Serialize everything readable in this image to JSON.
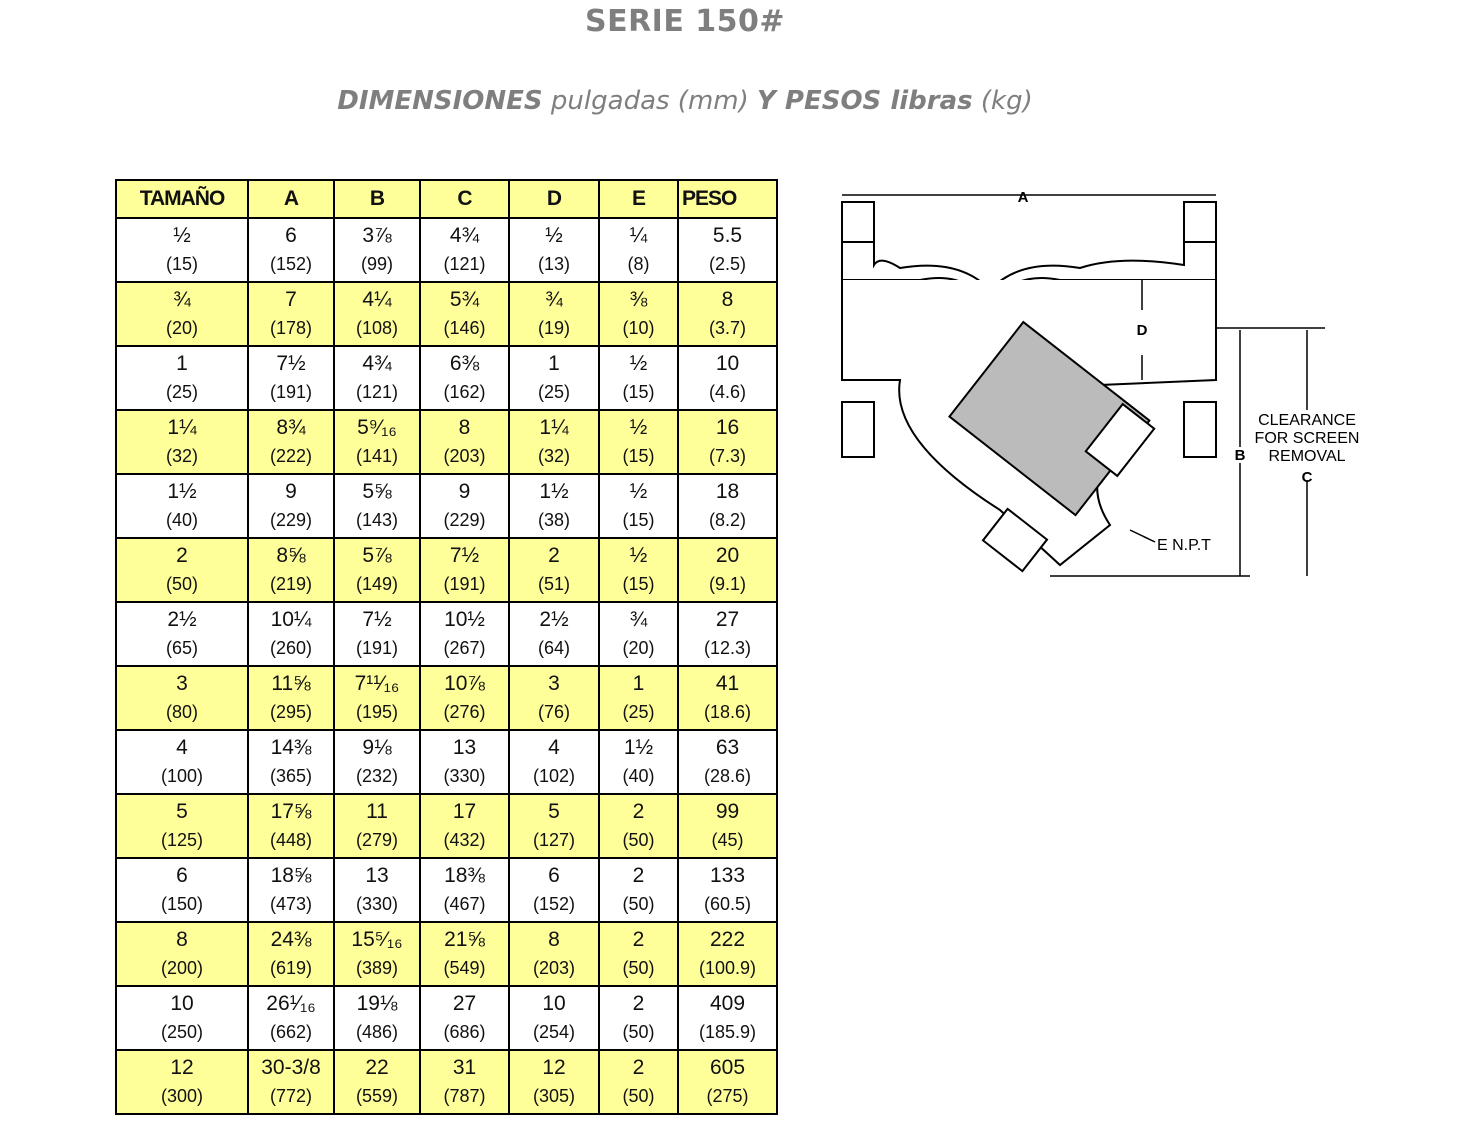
{
  "title": "SERIE 150#",
  "subtitle": {
    "part1": "DIMENSIONES",
    "part2": " pulgadas (mm) ",
    "part3": "Y PESOS libras",
    "part4": " (kg)"
  },
  "table": {
    "headers": [
      "TAMAÑO",
      "A",
      "B",
      "C",
      "D",
      "E",
      "PESO"
    ],
    "rows": [
      [
        [
          "½",
          "(15)"
        ],
        [
          "6",
          "(152)"
        ],
        [
          "3⅞",
          "(99)"
        ],
        [
          "4¾",
          "(121)"
        ],
        [
          "½",
          "(13)"
        ],
        [
          "¼",
          "(8)"
        ],
        [
          "5.5",
          "(2.5)"
        ]
      ],
      [
        [
          "¾",
          "(20)"
        ],
        [
          "7",
          "(178)"
        ],
        [
          "4¼",
          "(108)"
        ],
        [
          "5¾",
          "(146)"
        ],
        [
          "¾",
          "(19)"
        ],
        [
          "⅜",
          "(10)"
        ],
        [
          "8",
          "(3.7)"
        ]
      ],
      [
        [
          "1",
          "(25)"
        ],
        [
          "7½",
          "(191)"
        ],
        [
          "4¾",
          "(121)"
        ],
        [
          "6⅜",
          "(162)"
        ],
        [
          "1",
          "(25)"
        ],
        [
          "½",
          "(15)"
        ],
        [
          "10",
          "(4.6)"
        ]
      ],
      [
        [
          "1¼",
          "(32)"
        ],
        [
          "8¾",
          "(222)"
        ],
        [
          "5⁹⁄₁₆",
          "(141)"
        ],
        [
          "8",
          "(203)"
        ],
        [
          "1¼",
          "(32)"
        ],
        [
          "½",
          "(15)"
        ],
        [
          "16",
          "(7.3)"
        ]
      ],
      [
        [
          "1½",
          "(40)"
        ],
        [
          "9",
          "(229)"
        ],
        [
          "5⅝",
          "(143)"
        ],
        [
          "9",
          "(229)"
        ],
        [
          "1½",
          "(38)"
        ],
        [
          "½",
          "(15)"
        ],
        [
          "18",
          "(8.2)"
        ]
      ],
      [
        [
          "2",
          "(50)"
        ],
        [
          "8⅝",
          "(219)"
        ],
        [
          "5⅞",
          "(149)"
        ],
        [
          "7½",
          "(191)"
        ],
        [
          "2",
          "(51)"
        ],
        [
          "½",
          "(15)"
        ],
        [
          "20",
          "(9.1)"
        ]
      ],
      [
        [
          "2½",
          "(65)"
        ],
        [
          "10¼",
          "(260)"
        ],
        [
          "7½",
          "(191)"
        ],
        [
          "10½",
          "(267)"
        ],
        [
          "2½",
          "(64)"
        ],
        [
          "¾",
          "(20)"
        ],
        [
          "27",
          "(12.3)"
        ]
      ],
      [
        [
          "3",
          "(80)"
        ],
        [
          "11⅝",
          "(295)"
        ],
        [
          "7¹¹⁄₁₆",
          "(195)"
        ],
        [
          "10⅞",
          "(276)"
        ],
        [
          "3",
          "(76)"
        ],
        [
          "1",
          "(25)"
        ],
        [
          "41",
          "(18.6)"
        ]
      ],
      [
        [
          "4",
          "(100)"
        ],
        [
          "14⅜",
          "(365)"
        ],
        [
          "9⅛",
          "(232)"
        ],
        [
          "13",
          "(330)"
        ],
        [
          "4",
          "(102)"
        ],
        [
          "1½",
          "(40)"
        ],
        [
          "63",
          "(28.6)"
        ]
      ],
      [
        [
          "5",
          "(125)"
        ],
        [
          "17⅝",
          "(448)"
        ],
        [
          "11",
          "(279)"
        ],
        [
          "17",
          "(432)"
        ],
        [
          "5",
          "(127)"
        ],
        [
          "2",
          "(50)"
        ],
        [
          "99",
          "(45)"
        ]
      ],
      [
        [
          "6",
          "(150)"
        ],
        [
          "18⅝",
          "(473)"
        ],
        [
          "13",
          "(330)"
        ],
        [
          "18⅜",
          "(467)"
        ],
        [
          "6",
          "(152)"
        ],
        [
          "2",
          "(50)"
        ],
        [
          "133",
          "(60.5)"
        ]
      ],
      [
        [
          "8",
          "(200)"
        ],
        [
          "24⅜",
          "(619)"
        ],
        [
          "15⁵⁄₁₆",
          "(389)"
        ],
        [
          "21⅝",
          "(549)"
        ],
        [
          "8",
          "(203)"
        ],
        [
          "2",
          "(50)"
        ],
        [
          "222",
          "(100.9)"
        ]
      ],
      [
        [
          "10",
          "(250)"
        ],
        [
          "26¹⁄₁₆",
          "(662)"
        ],
        [
          "19⅛",
          "(486)"
        ],
        [
          "27",
          "(686)"
        ],
        [
          "10",
          "(254)"
        ],
        [
          "2",
          "(50)"
        ],
        [
          "409",
          "(185.9)"
        ]
      ],
      [
        [
          "12",
          "(300)"
        ],
        [
          "30-3/8",
          "(772)"
        ],
        [
          "22",
          "(559)"
        ],
        [
          "31",
          "(787)"
        ],
        [
          "12",
          "(305)"
        ],
        [
          "2",
          "(50)"
        ],
        [
          "605",
          "(275)"
        ]
      ]
    ]
  },
  "diagram": {
    "label_a": "A",
    "label_b": "B",
    "label_c": "C",
    "label_d": "D",
    "label_e": "E  N.P.T",
    "clearance_1": "CLEARANCE",
    "clearance_2": "FOR SCREEN",
    "clearance_3": "REMOVAL"
  },
  "colors": {
    "row_highlight": "#ffff99",
    "title_gray": "#7f7f7f"
  }
}
